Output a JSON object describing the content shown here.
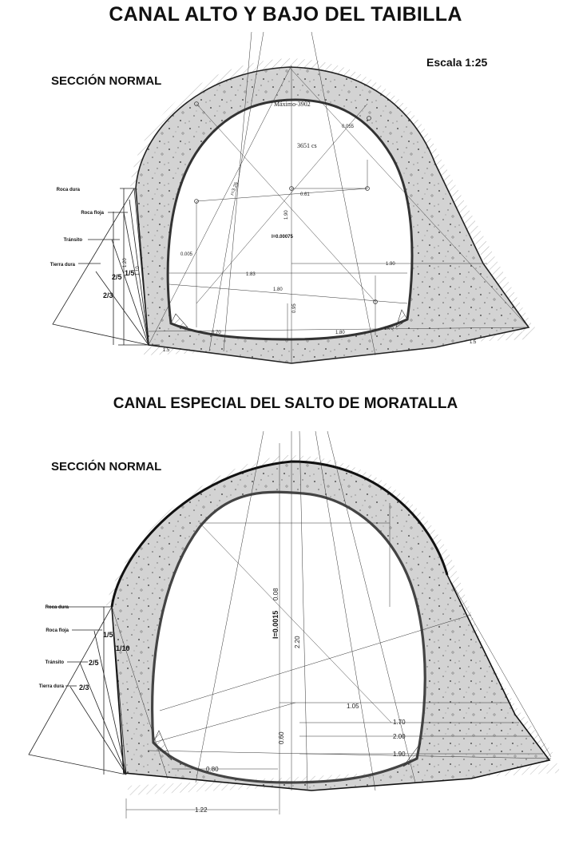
{
  "title_top": "CANAL ALTO Y BAJO DEL TAIBILLA",
  "scale": "Escala 1:25",
  "section_label_top": "SECCIÓN NORMAL",
  "title_bottom": "CANAL ESPECIAL DEL SALTO DE MORATALLA",
  "section_label_bottom": "SECCIÓN NORMAL",
  "top_diagram": {
    "soil_labels": [
      "Roca dura",
      "Roca floja",
      "Tránsito",
      "Tierra dura"
    ],
    "slope_labels": [
      "1/5",
      "2/5",
      "2/3"
    ],
    "notes": {
      "maximo": "Máximo-3902",
      "area": "3651 cs",
      "slope": "I=0.00075"
    },
    "dimensions": [
      "1.90",
      "1.90",
      "1.83",
      "1.80",
      "1.80",
      "1.70",
      "0.95",
      "0.70",
      "0.61",
      "0.055",
      "0.005",
      "r=3.26",
      "1.20",
      "1.10",
      "1.5",
      "1.5"
    ]
  },
  "bottom_diagram": {
    "soil_labels": [
      "Roca dura",
      "Roca floja",
      "Tránsito",
      "Tierra dura"
    ],
    "slope_labels": [
      "1/5",
      "1/10",
      "2/5",
      "2/3"
    ],
    "notes": {
      "slope": "I=0.0015"
    },
    "dimensions": [
      "0.08",
      "2.20",
      "1.05",
      "1.70",
      "2.00",
      "1.90",
      "0.60",
      "0.80",
      "1.22"
    ]
  }
}
